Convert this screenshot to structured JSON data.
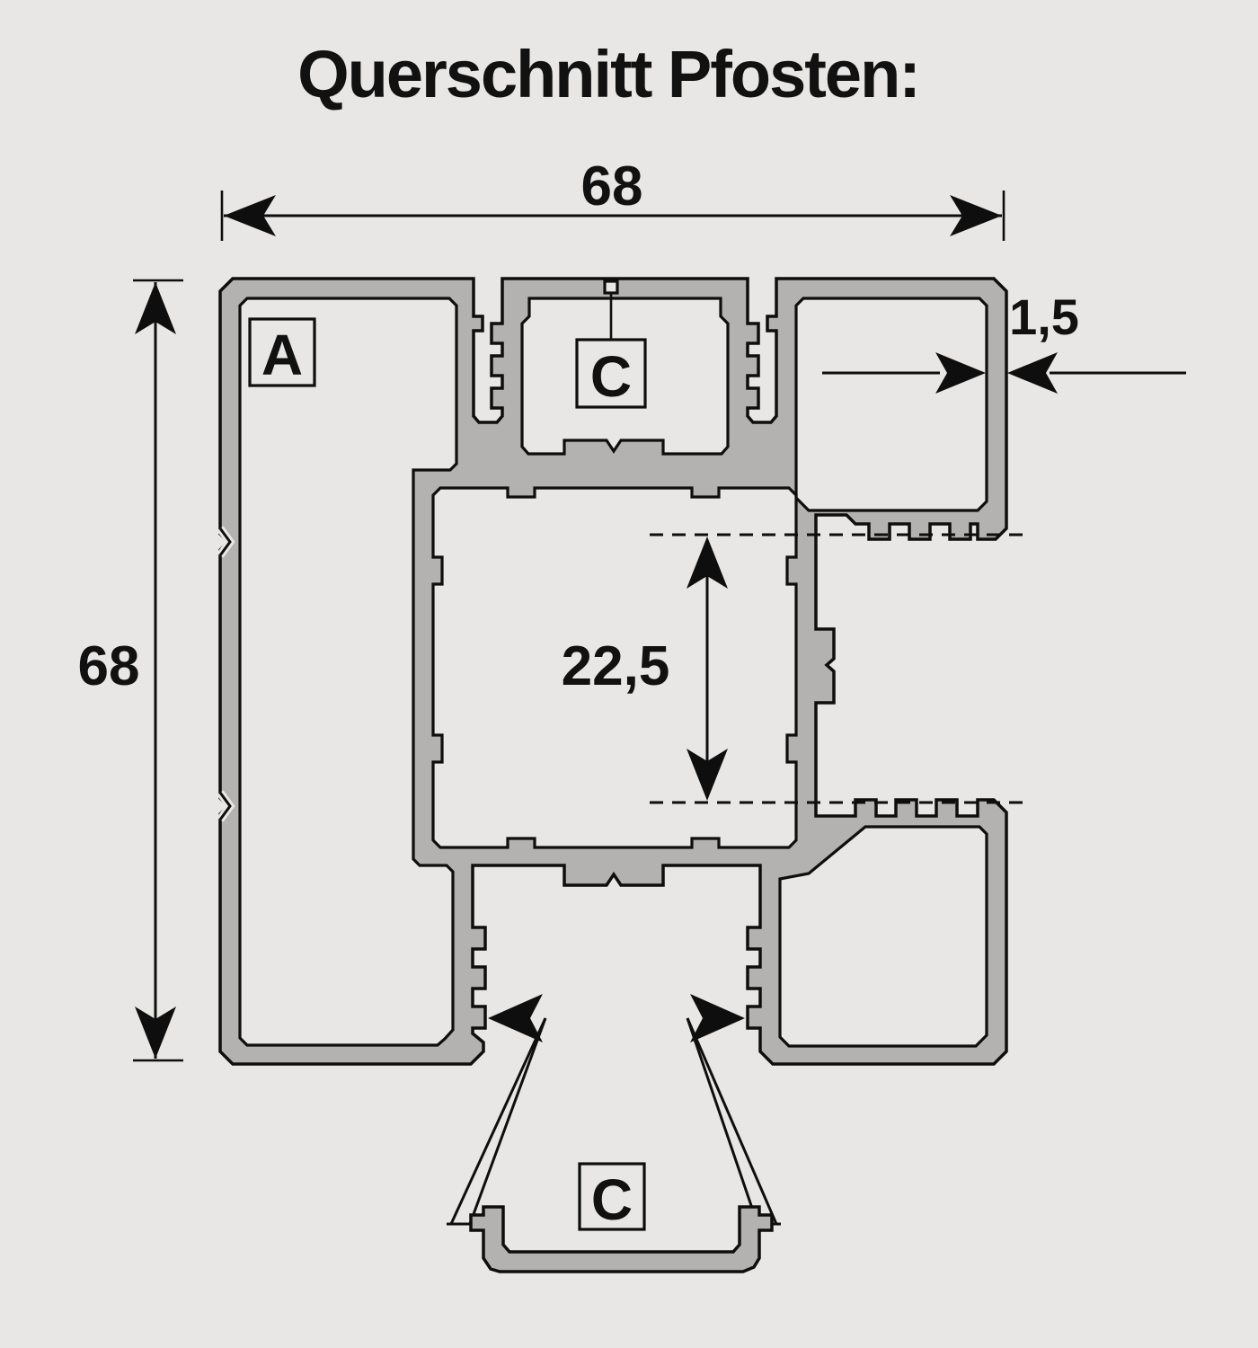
{
  "title": "Querschnitt Pfosten:",
  "dimensions": {
    "overall_width": "68",
    "overall_height": "68",
    "wall_thickness": "1,5",
    "chamber_inner_height": "22,5"
  },
  "labels": {
    "chamber_a": "A",
    "chamber_c_top": "C",
    "clip_c_bottom": "C"
  },
  "colors": {
    "background": "#e8e7e5",
    "profile_fill": "#b4b2b0",
    "outline": "#0e0e0e",
    "text": "#111111"
  }
}
